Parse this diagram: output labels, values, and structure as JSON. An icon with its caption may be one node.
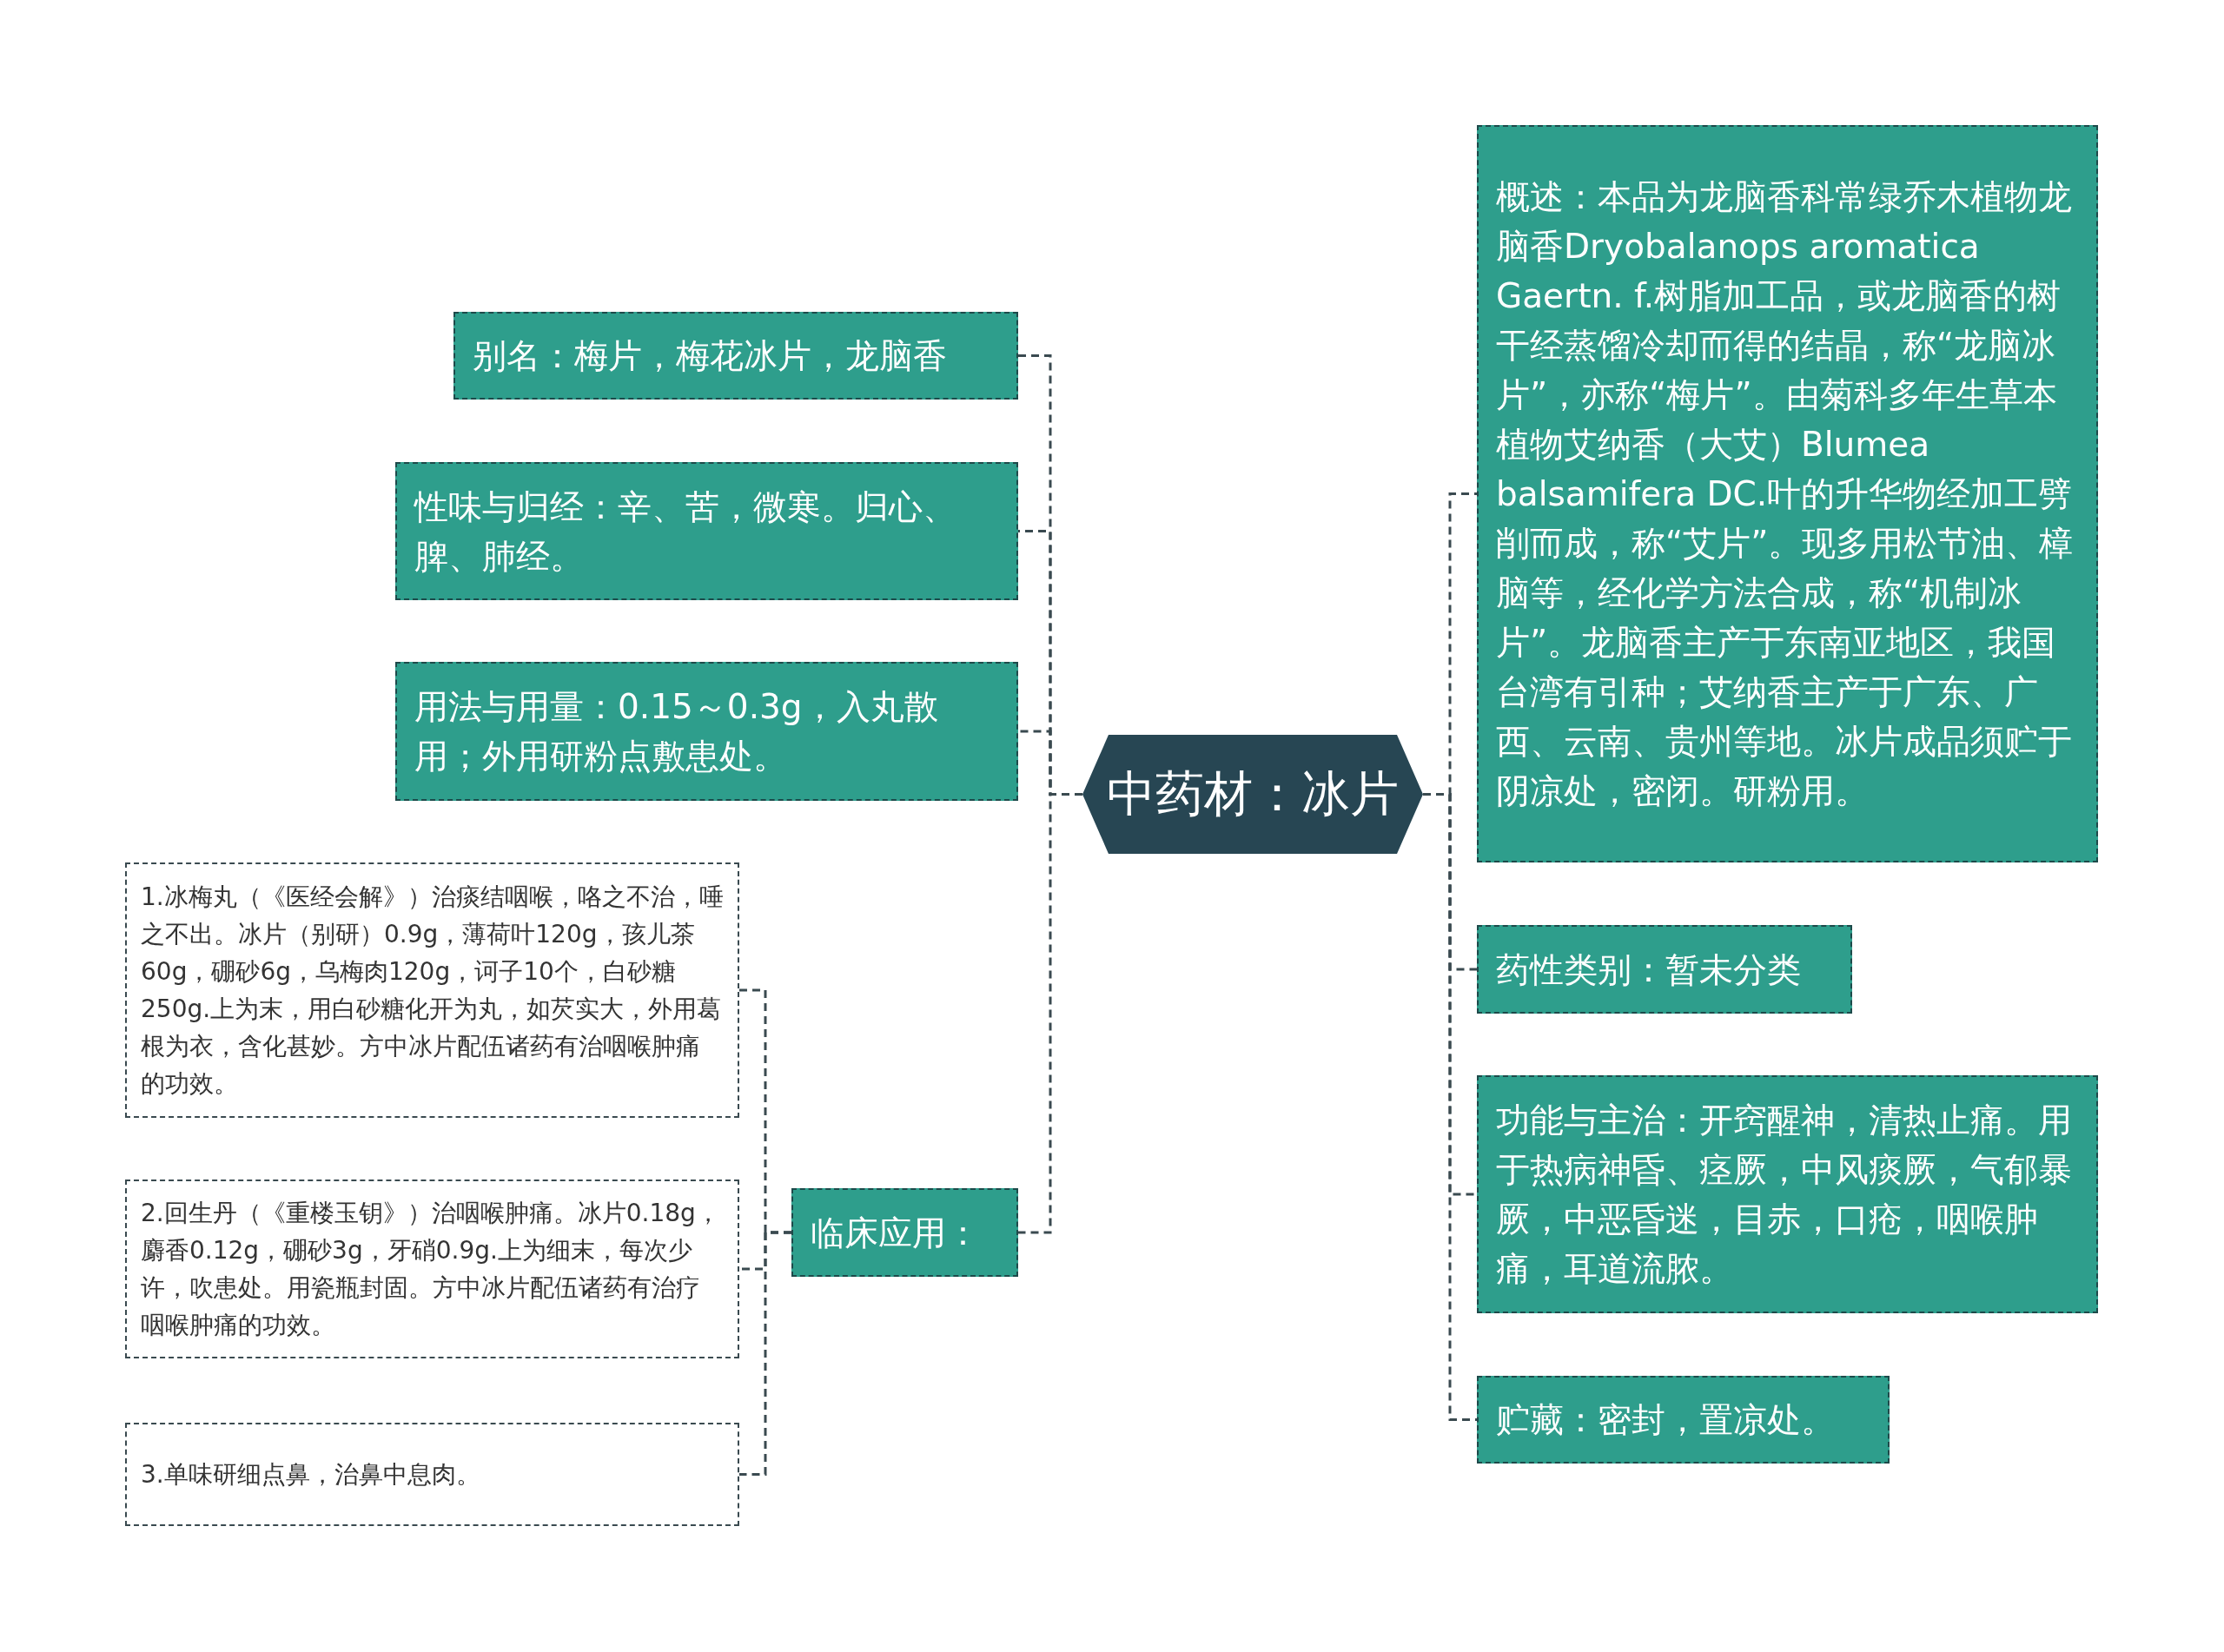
{
  "diagram": {
    "nodes": [
      {
        "text": [
          "中药材：冰片"
        ]
      },
      {
        "text": [
          "别名：梅片，梅花冰片，龙脑香"
        ]
      },
      {
        "text": [
          "性味与归经：辛、苦，微寒。归心、脾、肺经。"
        ]
      },
      {
        "text": [
          "用法与用量：0.15～0.3g，入丸散用；外用研粉点敷患处。"
        ]
      },
      {
        "text": [
          "临床应用："
        ]
      },
      {
        "text": [
          "1.冰梅丸（《医经会解》）治痰结咽喉，咯之不治，唾之不出。冰片（别研）0.9g，薄荷叶120g，孩儿茶60g，硼砂6g，乌梅肉120g，诃子10个，白砂糖250g.上为末，用白砂糖化开为丸，如芡实大，外用葛根为衣，含化甚妙。方中冰片配伍诸药有治咽喉肿痛的功效。"
        ]
      },
      {
        "text": [
          "2.回生丹（《重楼玉钥》）治咽喉肿痛。冰片0.18g，麝香0.12g，硼砂3g，牙硝0.9g.上为细末，每次少许，吹患处。用瓷瓶封固。方中冰片配伍诸药有治疗咽喉肿痛的功效。"
        ]
      },
      {
        "text": [
          "3.单味研细点鼻，治鼻中息肉。"
        ]
      },
      {
        "text": [
          "概述：本品为龙脑香科常绿乔木植物龙脑香Dryobalanops aromatica Gaertn. f.树脂加工品，或龙脑香的树干经蒸馏冷却而得的结晶，称“龙脑冰片”，亦称“梅片”。由菊科多年生草本植物艾纳香（大艾）Blumea balsamifera DC.叶的升华物经加工劈削而成，称“艾片”。现多用松节油、樟脑等，经化学方法合成，称“机制冰片”。龙脑香主产于东南亚地区，我国台湾有引种；艾纳香主产于广东、广西、云南、贵州等地。冰片成品须贮于阴凉处，密闭。研粉用。"
        ]
      },
      {
        "text": [
          "药性类别：暂未分类"
        ]
      },
      {
        "text": [
          "功能与主治：开窍醒神，清热止痛。用于热病神昏、痉厥，中风痰厥，气郁暴厥，中恶昏迷，目赤，口疮，咽喉肿痛，耳道流脓。"
        ]
      },
      {
        "text": [
          "贮藏：密封，置凉处。"
        ]
      }
    ],
    "edges": [
      {
        "from": 0,
        "to": 1,
        "arrow": "none",
        "style": "dashed"
      },
      {
        "from": 0,
        "to": 2,
        "arrow": "none",
        "style": "dashed"
      },
      {
        "from": 0,
        "to": 3,
        "arrow": "none",
        "style": "dashed"
      },
      {
        "from": 0,
        "to": 4,
        "arrow": "none",
        "style": "dashed"
      },
      {
        "from": 4,
        "to": 5,
        "arrow": "none",
        "style": "dashed"
      },
      {
        "from": 4,
        "to": 6,
        "arrow": "none",
        "style": "dashed"
      },
      {
        "from": 4,
        "to": 7,
        "arrow": "none",
        "style": "dashed"
      },
      {
        "from": 0,
        "to": 8,
        "arrow": "none",
        "style": "dashed"
      },
      {
        "from": 0,
        "to": 9,
        "arrow": "none",
        "style": "dashed"
      },
      {
        "from": 0,
        "to": 10,
        "arrow": "none",
        "style": "dashed"
      },
      {
        "from": 0,
        "to": 11,
        "arrow": "none",
        "style": "dashed"
      }
    ]
  }
}
